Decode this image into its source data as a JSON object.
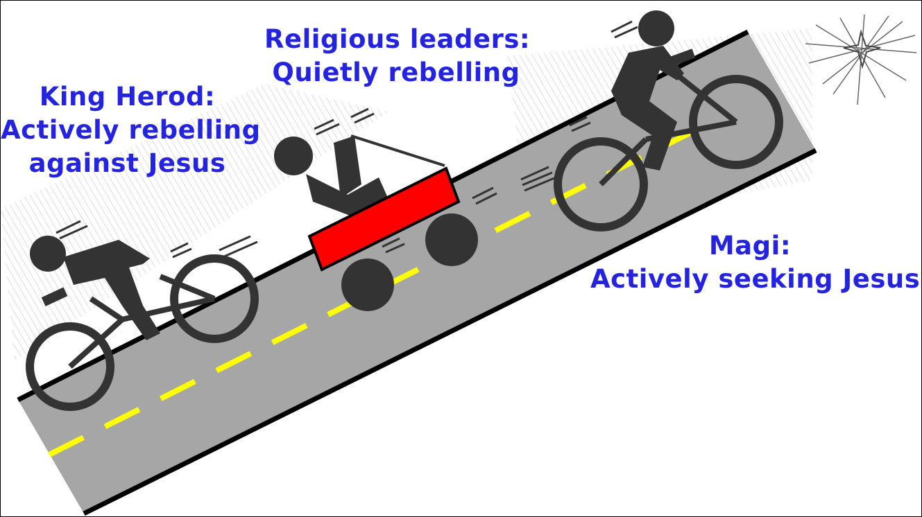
{
  "labels": {
    "herod": {
      "line1": "King Herod:",
      "line2": "Actively rebelling",
      "line3": "against Jesus"
    },
    "leaders": {
      "line1": "Religious leaders:",
      "line2": "Quietly rebelling"
    },
    "magi": {
      "line1": "Magi:",
      "line2": "Actively seeking Jesus"
    }
  },
  "icons": [
    "cyclist-icon",
    "wagon-rider-icon",
    "star-icon",
    "speed-lines-icon"
  ],
  "colors": {
    "label_text": "#2424e0",
    "road": "#a6a6a6",
    "road_edge": "#000000",
    "center_line": "#ffff00",
    "figure": "#333333",
    "wagon": "#ff0000"
  }
}
